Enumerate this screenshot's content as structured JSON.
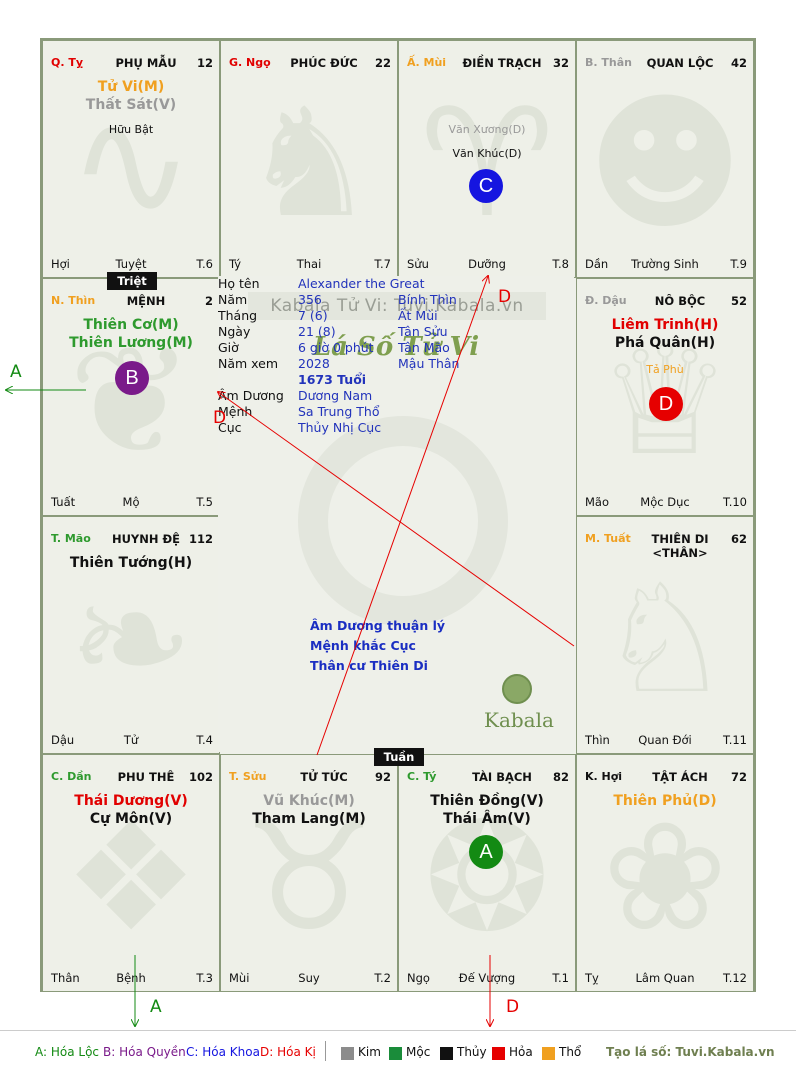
{
  "palaces": {
    "p1": {
      "pos": "Q. Tỵ",
      "pos_color": "#e10000",
      "name": "PHỤ MẪU",
      "num": "12",
      "main1": "Tử Vi(M)",
      "main1_color": "#f0a020",
      "main2": "Thất Sát(V)",
      "main2_color": "#999999",
      "aux1": "Hữu Bật",
      "aux1_color": "#111111",
      "bl": "Hợi",
      "bm": "Tuyệt",
      "br": "T.6",
      "animal": "snake"
    },
    "p2": {
      "pos": "G. Ngọ",
      "pos_color": "#e10000",
      "name": "PHÚC ĐỨC",
      "num": "22",
      "bl": "Tý",
      "bm": "Thai",
      "br": "T.7",
      "animal": "horse"
    },
    "p3": {
      "pos": "Ấ. Mùi",
      "pos_color": "#f0a020",
      "name": "ĐIỀN TRẠCH",
      "num": "32",
      "aux1": "Văn Xương(D)",
      "aux1_color": "#999999",
      "aux2": "Văn Khúc(D)",
      "aux2_color": "#111111",
      "bl": "Sửu",
      "bm": "Dưỡng",
      "br": "T.8",
      "animal": "goat"
    },
    "p4": {
      "pos": "B. Thân",
      "pos_color": "#999999",
      "name": "QUAN LỘC",
      "num": "42",
      "bl": "Dần",
      "bm": "Trường Sinh",
      "br": "T.9",
      "animal": "monkey"
    },
    "p5": {
      "pos": "N. Thìn",
      "pos_color": "#f0a020",
      "name": "MỆNH",
      "num": "2",
      "main1": "Thiên Cơ(M)",
      "main1_color": "#2e9a2e",
      "main2": "Thiên Lương(M)",
      "main2_color": "#2e9a2e",
      "bl": "Tuất",
      "bm": "Mộ",
      "br": "T.5",
      "animal": "dragon"
    },
    "p6": {
      "pos": "Đ. Dậu",
      "pos_color": "#999999",
      "name": "NÔ BỘC",
      "num": "52",
      "main1": "Liêm Trinh(H)",
      "main1_color": "#e10000",
      "main2": "Phá Quân(H)",
      "main2_color": "#111111",
      "aux1": "Tả Phù",
      "aux1_color": "#f0a020",
      "bl": "Mão",
      "bm": "Mộc Dục",
      "br": "T.10",
      "animal": "rooster"
    },
    "p7": {
      "pos": "T. Mão",
      "pos_color": "#2e9a2e",
      "name": "HUYNH ĐỆ",
      "num": "112",
      "main1": "Thiên Tướng(H)",
      "main1_color": "#111111",
      "bl": "Dậu",
      "bm": "Tử",
      "br": "T.4",
      "animal": "rabbit"
    },
    "p8": {
      "pos": "M. Tuất",
      "pos_color": "#f0a020",
      "name": "THIÊN DI <THÂN>",
      "num": "62",
      "bl": "Thìn",
      "bm": "Quan Đới",
      "br": "T.11",
      "animal": "dog"
    },
    "p9": {
      "pos": "C. Dần",
      "pos_color": "#2e9a2e",
      "name": "PHU THÊ",
      "num": "102",
      "main1": "Thái Dương(V)",
      "main1_color": "#e10000",
      "main2": "Cự Môn(V)",
      "main2_color": "#111111",
      "bl": "Thân",
      "bm": "Bệnh",
      "br": "T.3",
      "animal": "tiger"
    },
    "p10": {
      "pos": "T. Sửu",
      "pos_color": "#f0a020",
      "name": "TỬ TỨC",
      "num": "92",
      "main1": "Vũ Khúc(M)",
      "main1_color": "#999999",
      "main2": "Tham Lang(M)",
      "main2_color": "#111111",
      "bl": "Mùi",
      "bm": "Suy",
      "br": "T.2",
      "animal": "ox"
    },
    "p11": {
      "pos": "C. Tý",
      "pos_color": "#2e9a2e",
      "name": "TÀI BẠCH",
      "num": "82",
      "main1": "Thiên Đồng(V)",
      "main1_color": "#111111",
      "main2": "Thái Âm(V)",
      "main2_color": "#111111",
      "bl": "Ngọ",
      "bm": "Đế Vượng",
      "br": "T.1",
      "animal": "rat"
    },
    "p12": {
      "pos": "K. Hợi",
      "pos_color": "#111111",
      "name": "TẬT ÁCH",
      "num": "72",
      "main1": "Thiên Phủ(D)",
      "main1_color": "#f0a020",
      "bl": "Tỵ",
      "bm": "Lâm Quan",
      "br": "T.12",
      "animal": "pig"
    }
  },
  "markers": {
    "triet": "Triệt",
    "tuan": "Tuần",
    "A": {
      "label": "A",
      "color": "#138a13"
    },
    "B": {
      "label": "B",
      "color": "#7a1a8a"
    },
    "C": {
      "label": "C",
      "color": "#1515e0"
    },
    "D": {
      "label": "D",
      "color": "#e60000"
    }
  },
  "center": {
    "watermark": "Kabala Tử Vi: Tuvi.Kabala.vn",
    "title": "Lá Số Tử Vi",
    "rows": [
      {
        "label": "Họ tên",
        "v1": "Alexander the Great",
        "v2": ""
      },
      {
        "label": "Năm",
        "v1": "356",
        "v2": "Bính Thìn"
      },
      {
        "label": "Tháng",
        "v1": "7  (6)",
        "v2": "Ất Mùi"
      },
      {
        "label": "Ngày",
        "v1": "21  (8)",
        "v2": "Tân Sửu"
      },
      {
        "label": "Giờ",
        "v1": "6 giờ 0 phút",
        "v2": "Tân Mão"
      },
      {
        "label": "Năm xem",
        "v1": "2028",
        "v2": "Mậu Thân"
      },
      {
        "label": "",
        "v1": "1673 Tuổi",
        "v2": ""
      },
      {
        "label": "Âm Dương",
        "v1": "Dương Nam",
        "v2": ""
      },
      {
        "label": "Mệnh",
        "v1": "Sa Trung Thổ",
        "v2": ""
      },
      {
        "label": "Cục",
        "v1": "Thủy Nhị Cục",
        "v2": ""
      }
    ],
    "notes": [
      "Âm Dương thuận lý",
      "Mệnh khắc Cục",
      "Thân cư Thiên Di"
    ],
    "logo_text": "Kabala"
  },
  "arrows": {
    "left_a": "A",
    "bottom_a": "A",
    "bottom_d": "D",
    "line_d1": "D",
    "line_d2": "D"
  },
  "legend": {
    "hoa_loc": "A: Hóa Lộc",
    "hoa_quyen": "B: Hóa Quyền",
    "hoa_khoa": "C: Hóa Khoa",
    "hoa_ki": "D: Hóa Kị",
    "kim": "Kim",
    "moc": "Mộc",
    "thuy": "Thủy",
    "hoa": "Hỏa",
    "tho": "Thổ",
    "kim_color": "#8c8c8c",
    "moc_color": "#1a8c3a",
    "thuy_color": "#111111",
    "hoa_color": "#e60000",
    "tho_color": "#f0a020",
    "site": "Tạo lá số: Tuvi.Kabala.vn"
  }
}
